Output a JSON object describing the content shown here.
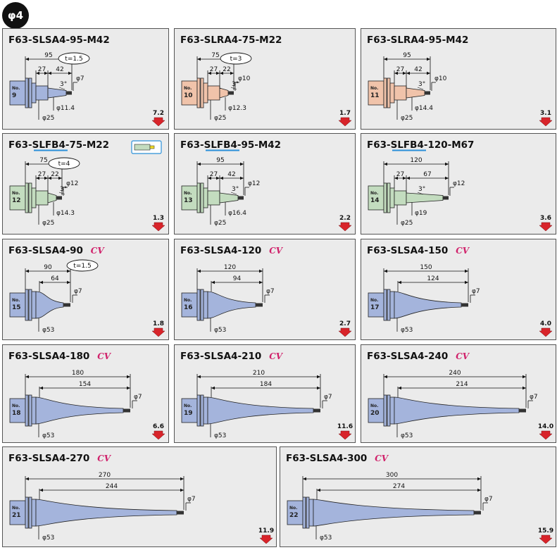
{
  "section": {
    "label": "φ4"
  },
  "colors": {
    "blue": "#a4b4dc",
    "salmon": "#f0c3aa",
    "green": "#c3dcbf",
    "cv": "#d0206a",
    "arrow": "#d8242a"
  },
  "cards": [
    {
      "title": "F63-SLSA4-95-M42",
      "kind": "std",
      "color": "blue",
      "no": "No.",
      "num": "9",
      "total": "95",
      "a": "27",
      "b": "42",
      "t": "t=1.5",
      "tip": "φ7",
      "mid": "φ11.4",
      "shank": "φ25",
      "angle": "3°",
      "weight": "7.2"
    },
    {
      "title": "F63-SLRA4-75-M22",
      "kind": "std",
      "color": "salmon",
      "no": "No.",
      "num": "10",
      "total": "75",
      "a": "27",
      "b": "22",
      "t": "t=3",
      "tip": "φ10",
      "mid": "φ12.3",
      "shank": "φ25",
      "angle": "3°",
      "weight": "1.7"
    },
    {
      "title": "F63-SLRA4-95-M42",
      "kind": "std",
      "color": "salmon",
      "no": "No.",
      "num": "11",
      "total": "95",
      "a": "27",
      "b": "42",
      "tip": "φ10",
      "mid": "φ14.4",
      "shank": "φ25",
      "angle": "3°",
      "weight": "3.1"
    },
    {
      "title": "F63-SLFB4-75-M22",
      "kind": "std",
      "color": "green",
      "underline": true,
      "icon": true,
      "no": "No.",
      "num": "12",
      "total": "75",
      "a": "27",
      "b": "22",
      "t": "t=4",
      "tip": "φ12",
      "mid": "φ14.3",
      "shank": "φ25",
      "angle": "3°",
      "weight": "1.3"
    },
    {
      "title": "F63-SLFB4-95-M42",
      "kind": "std",
      "color": "green",
      "underline": true,
      "no": "No.",
      "num": "13",
      "total": "95",
      "a": "27",
      "b": "42",
      "tip": "φ12",
      "mid": "φ16.4",
      "shank": "φ25",
      "angle": "3°",
      "weight": "2.2"
    },
    {
      "title": "F63-SLFB4-120-M67",
      "kind": "std",
      "color": "green",
      "underline": true,
      "no": "No.",
      "num": "14",
      "total": "120",
      "a": "27",
      "b": "67",
      "tip": "φ12",
      "mid": "φ19",
      "shank": "φ25",
      "angle": "3°",
      "weight": "3.6"
    },
    {
      "title": "F63-SLSA4-90",
      "cv": "CV",
      "kind": "cv",
      "color": "blue",
      "no": "No.",
      "num": "15",
      "total": "90",
      "a": "64",
      "t": "t=1.5",
      "tip": "φ7",
      "shank": "φ53",
      "weight": "1.8"
    },
    {
      "title": "F63-SLSA4-120",
      "cv": "CV",
      "kind": "cv",
      "color": "blue",
      "no": "No.",
      "num": "16",
      "total": "120",
      "a": "94",
      "tip": "φ7",
      "shank": "φ53",
      "weight": "2.7"
    },
    {
      "title": "F63-SLSA4-150",
      "cv": "CV",
      "kind": "cv",
      "color": "blue",
      "no": "No.",
      "num": "17",
      "total": "150",
      "a": "124",
      "tip": "φ7",
      "shank": "φ53",
      "weight": "4.0"
    },
    {
      "title": "F63-SLSA4-180",
      "cv": "CV",
      "kind": "cv",
      "color": "blue",
      "no": "No.",
      "num": "18",
      "total": "180",
      "a": "154",
      "tip": "φ7",
      "shank": "φ53",
      "weight": "6.6"
    },
    {
      "title": "F63-SLSA4-210",
      "cv": "CV",
      "kind": "cv",
      "color": "blue",
      "no": "No.",
      "num": "19",
      "total": "210",
      "a": "184",
      "tip": "φ7",
      "shank": "φ53",
      "weight": "11.6"
    },
    {
      "title": "F63-SLSA4-240",
      "cv": "CV",
      "kind": "cv",
      "color": "blue",
      "no": "No.",
      "num": "20",
      "total": "240",
      "a": "214",
      "tip": "φ7",
      "shank": "φ53",
      "weight": "14.0"
    },
    {
      "title": "F63-SLSA4-270",
      "cv": "CV",
      "kind": "cv",
      "color": "blue",
      "no": "No.",
      "num": "21",
      "total": "270",
      "a": "244",
      "tip": "φ7",
      "shank": "φ53",
      "weight": "11.9"
    },
    {
      "title": "F63-SLSA4-300",
      "cv": "CV",
      "kind": "cv",
      "color": "blue",
      "no": "No.",
      "num": "22",
      "total": "300",
      "a": "274",
      "tip": "φ7",
      "shank": "φ53",
      "weight": "15.9"
    }
  ]
}
